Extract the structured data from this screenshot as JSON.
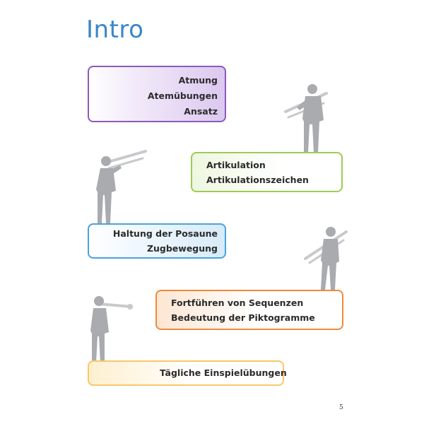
{
  "page": {
    "title": "Intro",
    "page_number": "5"
  },
  "sections": {
    "atmung": {
      "lines": [
        "Atmung",
        "Atemübungen",
        "Ansatz"
      ],
      "border_color": "#8e5ab8"
    },
    "artikulation": {
      "lines": [
        "Artikulation",
        "Artikulationszeichen"
      ],
      "border_color": "#9ccc55"
    },
    "haltung": {
      "lines": [
        "Haltung der Posaune",
        "Zugbewegung"
      ],
      "border_color": "#4aa3dd"
    },
    "sequenzen": {
      "lines": [
        "Fortführen von Sequenzen",
        "Bedeutung der Piktogramme"
      ],
      "border_color": "#ef8a3b"
    },
    "einspiel": {
      "lines": [
        "Tägliche Einspielübungen"
      ],
      "border_color": "#f7c86a"
    }
  },
  "icons": {
    "figure": "trombone-player-silhouette-icon"
  }
}
